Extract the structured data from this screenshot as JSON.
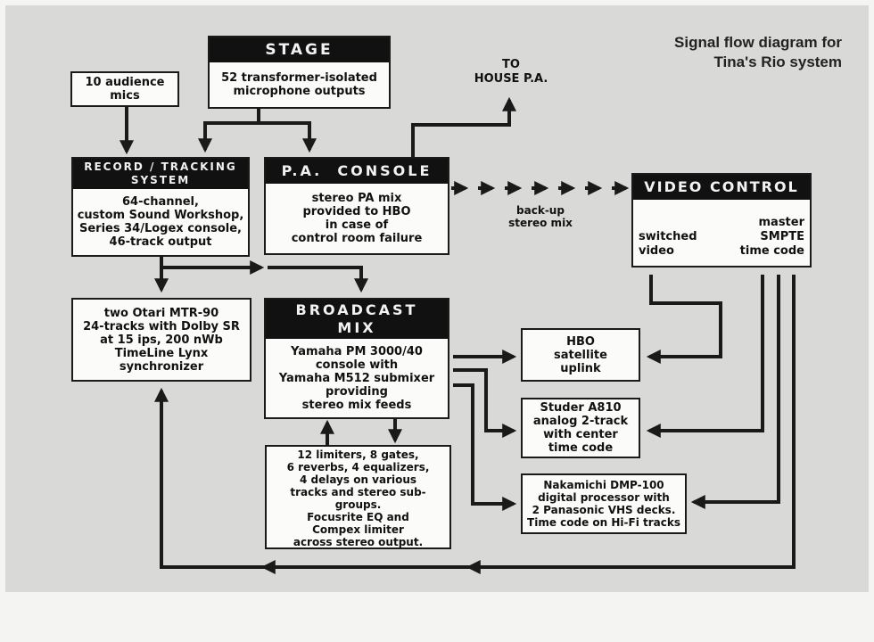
{
  "title": "Signal flow diagram for\nTina's Rio system",
  "stage": {
    "header": "STAGE",
    "body": "52 transformer-isolated\nmicrophone outputs"
  },
  "audience_mics": {
    "body": "10 audience\nmics"
  },
  "house_pa": {
    "label": "TO\nHOUSE P.A."
  },
  "record_tracking": {
    "header": "RECORD / TRACKING\nSYSTEM",
    "body": "64-channel,\ncustom Sound Workshop,\nSeries 34/Logex console,\n46-track output"
  },
  "pa_console": {
    "header": "P.A.  CONSOLE",
    "body": "stereo PA mix\nprovided to HBO\nin case of\ncontrol room failure"
  },
  "backup_label": "back-up\nstereo mix",
  "video_control": {
    "header": "VIDEO CONTROL",
    "left": "switched\nvideo",
    "right": "master\nSMPTE\ntime code"
  },
  "otari": {
    "body": "two Otari MTR-90\n24-tracks with Dolby SR\nat 15 ips, 200 nWb\nTimeLine Lynx\nsynchronizer"
  },
  "broadcast_mix": {
    "header": "BROADCAST\nMIX",
    "body": "Yamaha PM 3000/40\nconsole with\nYamaha M512 submixer\nproviding\nstereo mix feeds"
  },
  "processors": {
    "body": "12 limiters, 8 gates,\n6 reverbs, 4 equalizers,\n4 delays on various\ntracks and stereo sub-groups.\nFocusrite EQ and\nCompex limiter\nacross stereo output."
  },
  "hbo": {
    "body": "HBO\nsatellite\nuplink"
  },
  "studer": {
    "body": "Studer A810\nanalog 2-track\nwith center\ntime code"
  },
  "nakamichi": {
    "body": "Nakamichi DMP-100\ndigital processor with\n2 Panasonic VHS decks.\nTime code on Hi-Fi tracks"
  }
}
